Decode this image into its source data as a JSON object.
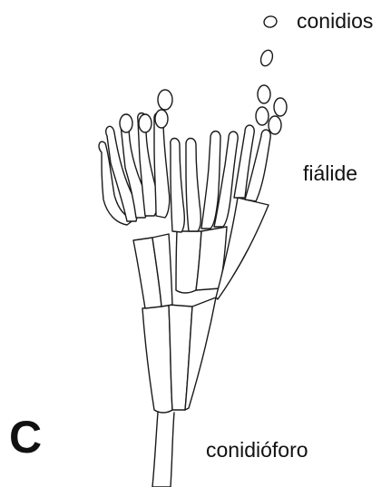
{
  "figure": {
    "panel_letter": "C",
    "labels": {
      "spores": "conidios",
      "phialide": "fiálide",
      "stalk": "conidióforo"
    }
  },
  "colors": {
    "ink": "#1a1a1a",
    "background": "#ffffff"
  }
}
